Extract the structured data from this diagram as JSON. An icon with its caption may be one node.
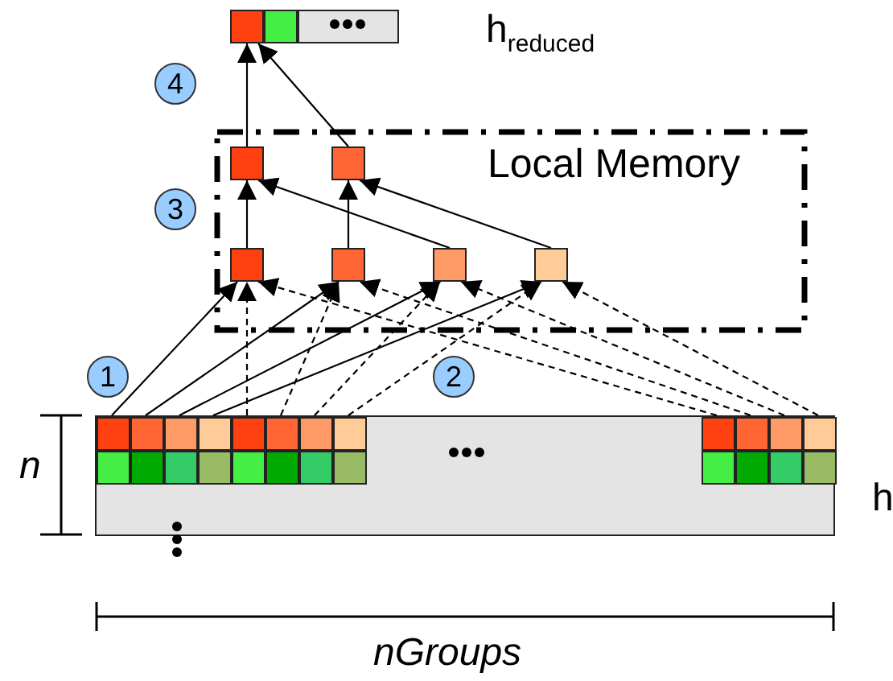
{
  "diagram": {
    "nodes": [
      {
        "text": [],
        "shape": "box"
      },
      {
        "text": [
          "Local Memory"
        ]
      },
      {
        "text": [],
        "shape": "box",
        "in": 1
      },
      {
        "text": [],
        "shape": "box",
        "in": 1
      },
      {
        "text": [],
        "shape": "box",
        "in": 1
      },
      {
        "text": [],
        "shape": "box",
        "in": 1
      },
      {
        "text": [],
        "shape": "box",
        "in": 1
      },
      {
        "text": [],
        "shape": "box",
        "in": 1
      },
      {
        "text": [],
        "shape": "box"
      },
      {
        "text": [],
        "shape": "box",
        "in": 8
      },
      {
        "text": [],
        "shape": "box",
        "in": 8
      },
      {
        "text": [],
        "shape": "box",
        "in": 8
      },
      {
        "text": [],
        "shape": "box",
        "in": 8
      },
      {
        "text": [],
        "shape": "box",
        "in": 8
      },
      {
        "text": [],
        "shape": "box",
        "in": 8
      },
      {
        "text": [],
        "shape": "box",
        "in": 8
      },
      {
        "text": [],
        "shape": "box",
        "in": 8
      },
      {
        "text": [],
        "shape": "box",
        "in": 8
      },
      {
        "text": [],
        "shape": "box",
        "in": 8
      },
      {
        "text": [],
        "shape": "box",
        "in": 8
      },
      {
        "text": [],
        "shape": "box",
        "in": 8
      }
    ],
    "edges": [
      {
        "from": 2,
        "to": 0,
        "arrow": "to"
      },
      {
        "from": 3,
        "to": 0,
        "arrow": "to"
      },
      {
        "from": 4,
        "to": 2,
        "arrow": "to"
      },
      {
        "from": 6,
        "to": 2,
        "arrow": "to"
      },
      {
        "from": 5,
        "to": 3,
        "arrow": "to"
      },
      {
        "from": 7,
        "to": 3,
        "arrow": "to"
      },
      {
        "from": 9,
        "to": 4,
        "arrow": "to"
      },
      {
        "from": 10,
        "to": 5,
        "arrow": "to"
      },
      {
        "from": 11,
        "to": 6,
        "arrow": "to"
      },
      {
        "from": 12,
        "to": 7,
        "arrow": "to"
      },
      {
        "from": 13,
        "to": 4,
        "arrow": "to",
        "style": "dashed"
      },
      {
        "from": 14,
        "to": 5,
        "arrow": "to",
        "style": "dashed"
      },
      {
        "from": 15,
        "to": 6,
        "arrow": "to",
        "style": "dashed"
      },
      {
        "from": 16,
        "to": 7,
        "arrow": "to",
        "style": "dashed"
      },
      {
        "from": 17,
        "to": 4,
        "arrow": "to",
        "style": "dashed"
      },
      {
        "from": 18,
        "to": 5,
        "arrow": "to",
        "style": "dashed"
      },
      {
        "from": 19,
        "to": 6,
        "arrow": "to",
        "style": "dashed"
      },
      {
        "from": 20,
        "to": 7,
        "arrow": "to",
        "style": "dashed"
      }
    ],
    "labels": [
      "h$_{reduced}$",
      "4",
      "3",
      "1",
      "2",
      "n",
      "h",
      "nGroups"
    ]
  }
}
